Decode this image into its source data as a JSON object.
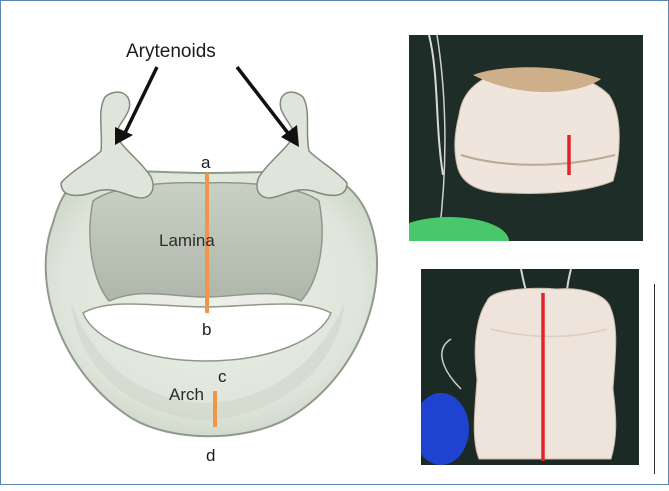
{
  "figure": {
    "labels": {
      "arytenoids": "Arytenoids",
      "a": "a",
      "lamina": "Lamina",
      "b": "b",
      "c": "c",
      "arch": "Arch",
      "d": "d"
    },
    "colors": {
      "border": "#5b86b5",
      "cartilage": "#e2e7dc",
      "measure_line_orange": "#f0954a",
      "measure_line_red": "#e2252b",
      "photo_background": "#1e2d27",
      "model_material": "#f1e6dd",
      "green_object": "#48c86a",
      "blue_object": "#1f43d1"
    }
  }
}
